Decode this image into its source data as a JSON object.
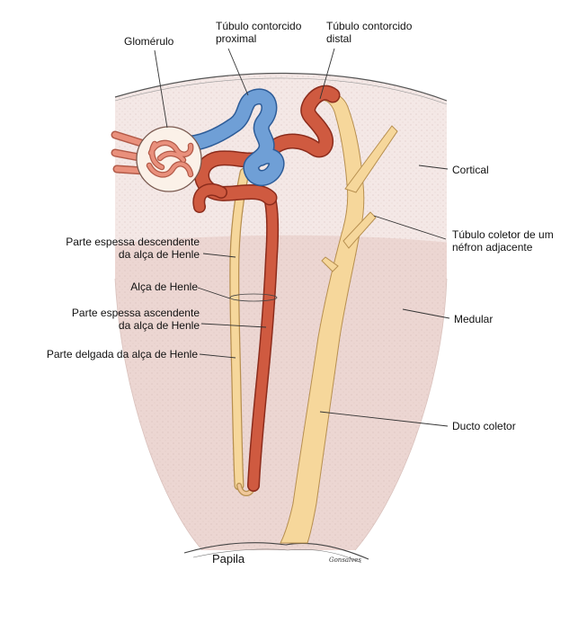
{
  "diagram": {
    "labels": {
      "glomerulo": "Glomérulo",
      "tubulo_proximal_1": "Túbulo contorcido",
      "tubulo_proximal_2": "proximal",
      "tubulo_distal_1": "Túbulo contorcido",
      "tubulo_distal_2": "distal",
      "cortical": "Cortical",
      "coletor_adjacente_1": "Túbulo coletor de um",
      "coletor_adjacente_2": "néfron adjacente",
      "espessa_descendente_1": "Parte espessa descendente",
      "espessa_descendente_2": "da alça de Henle",
      "alca_henle": "Alça de Henle",
      "espessa_ascendente_1": "Parte espessa ascendente",
      "espessa_ascendente_2": "da alça de Henle",
      "medular": "Medular",
      "delgada": "Parte delgada da alça de Henle",
      "ducto_coletor": "Ducto coletor",
      "papila": "Papila"
    },
    "signature": "Gonsalves",
    "colors": {
      "cortex": "#f4e8e6",
      "medulla": "#ecd6d2",
      "proximal_tubule": "#6f9fd6",
      "distal_tubule": "#cf5a40",
      "collecting_duct": "#f6d79b",
      "glomerulus": "#e9907c"
    }
  }
}
